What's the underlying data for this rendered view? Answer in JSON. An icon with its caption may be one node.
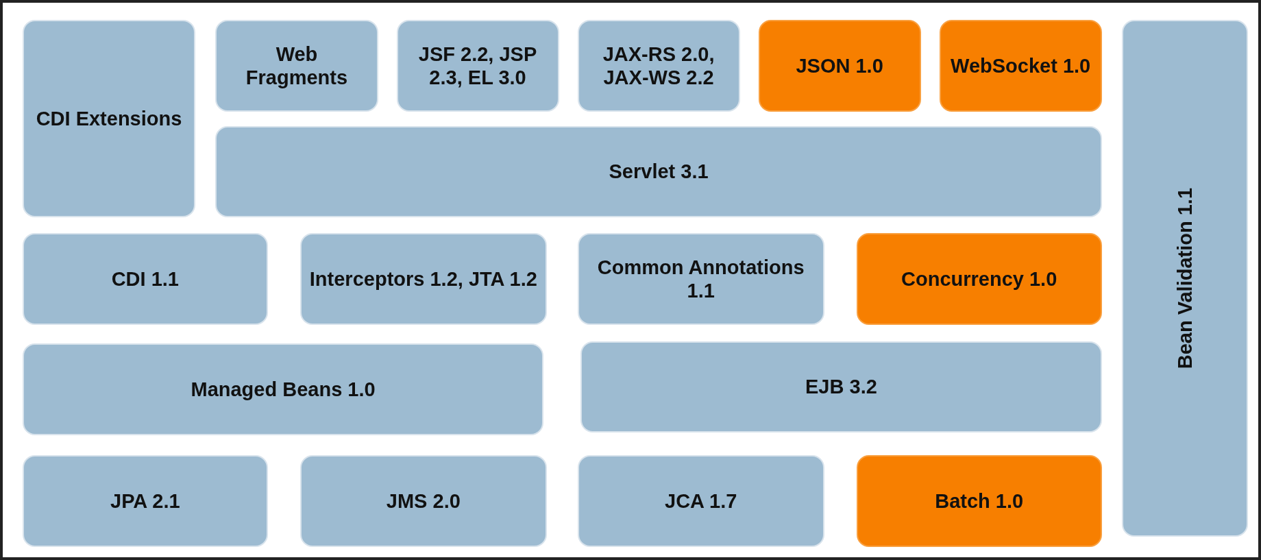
{
  "diagram": {
    "nodes": [
      {
        "text": [
          "CDI Extensions"
        ]
      },
      {
        "text": [
          "Web Fragments"
        ]
      },
      {
        "text": [
          "JSF 2.2, JSP 2.3, EL 3.0"
        ]
      },
      {
        "text": [
          "JAX-RS 2.0, JAX-WS 2.2"
        ]
      },
      {
        "text": [
          "JSON 1.0"
        ]
      },
      {
        "text": [
          "WebSocket 1.0"
        ]
      },
      {
        "text": [
          "Bean Validation 1.1"
        ]
      },
      {
        "text": [
          "Servlet 3.1"
        ]
      },
      {
        "text": [
          "CDI 1.1"
        ]
      },
      {
        "text": [
          "Interceptors 1.2, JTA 1.2"
        ]
      },
      {
        "text": [
          "Common Annotations 1.1"
        ]
      },
      {
        "text": [
          "Concurrency 1.0"
        ]
      },
      {
        "text": [
          "Managed Beans 1.0"
        ]
      },
      {
        "text": [
          "EJB 3.2"
        ]
      },
      {
        "text": [
          "JPA 2.1"
        ]
      },
      {
        "text": [
          "JMS 2.0"
        ]
      },
      {
        "text": [
          "JCA 1.7"
        ]
      },
      {
        "text": [
          "Batch 1.0"
        ]
      }
    ]
  }
}
